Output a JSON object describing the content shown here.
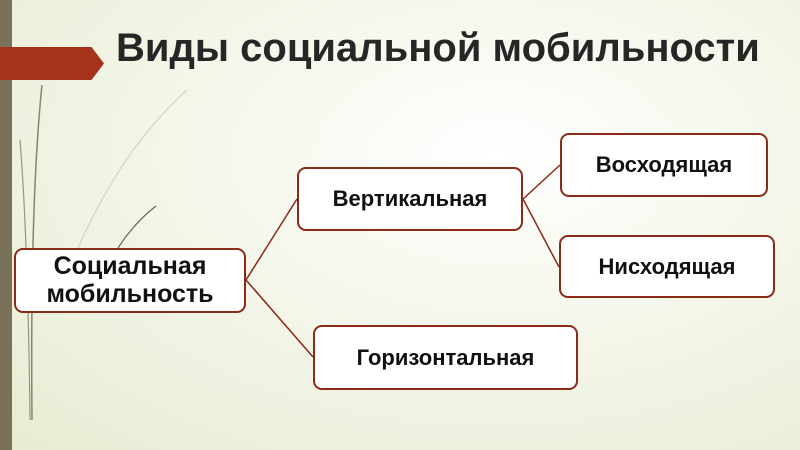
{
  "title": "Виды социальной мобильности",
  "root": {
    "line1": "Социальная",
    "line2": "мобильность"
  },
  "vertical": "Вертикальная",
  "horizontal": "Горизонтальная",
  "ascending": "Восходящая",
  "descending": "Нисходящая",
  "colors": {
    "accent": "#a5321a",
    "border": "#8b2a17",
    "bar": "#7a7258"
  }
}
